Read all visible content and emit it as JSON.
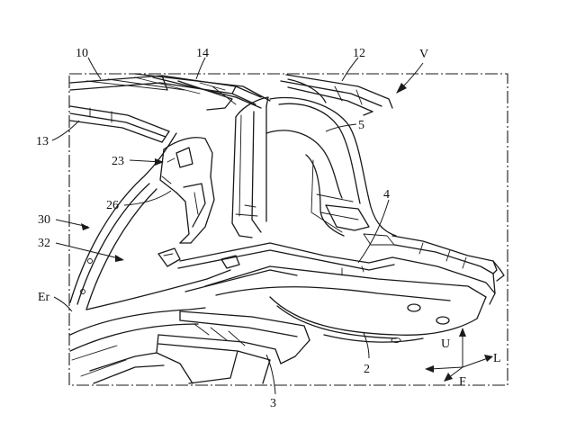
{
  "labels": {
    "l10": "10",
    "l14": "14",
    "l12": "12",
    "lV": "V",
    "l13": "13",
    "l5": "5",
    "l23": "23",
    "l26": "26",
    "l4": "4",
    "l30": "30",
    "l32": "32",
    "lEr": "Er",
    "l2": "2",
    "l3": "3"
  },
  "axes": {
    "up": "U",
    "left": "L",
    "front": "F"
  }
}
